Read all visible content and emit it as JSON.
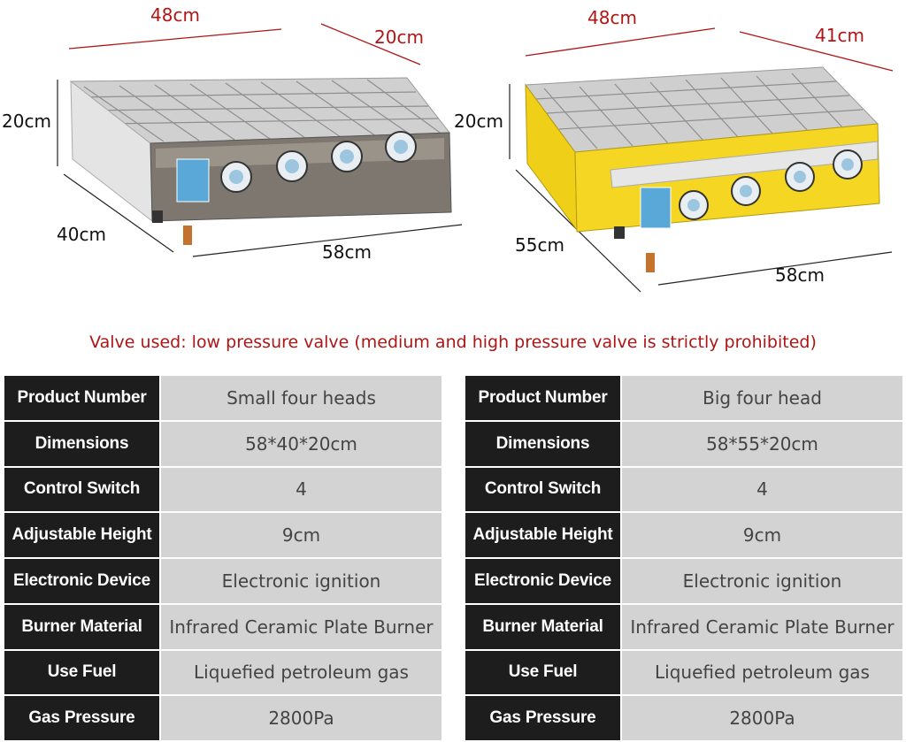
{
  "grills": [
    {
      "dimension_labels": {
        "top_width": "48cm",
        "top_depth": "20cm",
        "height": "20cm",
        "depth": "40cm",
        "width": "58cm"
      },
      "colors": {
        "body": "#c9c9c9",
        "panel": "#8a8177",
        "grate": "#d9d9d9"
      }
    },
    {
      "dimension_labels": {
        "top_width": "48cm",
        "top_depth": "41cm",
        "height": "20cm",
        "depth": "55cm",
        "width": "58cm"
      },
      "colors": {
        "body": "#f2d21c",
        "panel": "#e0e0e0",
        "grate": "#c8c8c8"
      }
    }
  ],
  "warning": "Valve used: low pressure valve (medium and high pressure valve is strictly prohibited)",
  "tables": [
    {
      "rows": [
        {
          "key": "Product Number",
          "value": "Small four heads"
        },
        {
          "key": "Dimensions",
          "value": "58*40*20cm"
        },
        {
          "key": "Control Switch",
          "value": "4"
        },
        {
          "key": "Adjustable Height",
          "value": "9cm"
        },
        {
          "key": "Electronic Device",
          "value": "Electronic ignition"
        },
        {
          "key": "Burner Material",
          "value": "Infrared Ceramic Plate Burner"
        },
        {
          "key": "Use Fuel",
          "value": "Liquefied petroleum gas"
        },
        {
          "key": "Gas Pressure",
          "value": "2800Pa"
        }
      ]
    },
    {
      "rows": [
        {
          "key": "Product Number",
          "value": "Big four head"
        },
        {
          "key": "Dimensions",
          "value": "58*55*20cm"
        },
        {
          "key": "Control Switch",
          "value": "4"
        },
        {
          "key": "Adjustable Height",
          "value": "9cm"
        },
        {
          "key": "Electronic Device",
          "value": "Electronic ignition"
        },
        {
          "key": "Burner Material",
          "value": "Infrared Ceramic Plate Burner"
        },
        {
          "key": "Use Fuel",
          "value": "Liquefied petroleum gas"
        },
        {
          "key": "Gas Pressure",
          "value": "2800Pa"
        }
      ]
    }
  ],
  "accent_color": "#b01515"
}
